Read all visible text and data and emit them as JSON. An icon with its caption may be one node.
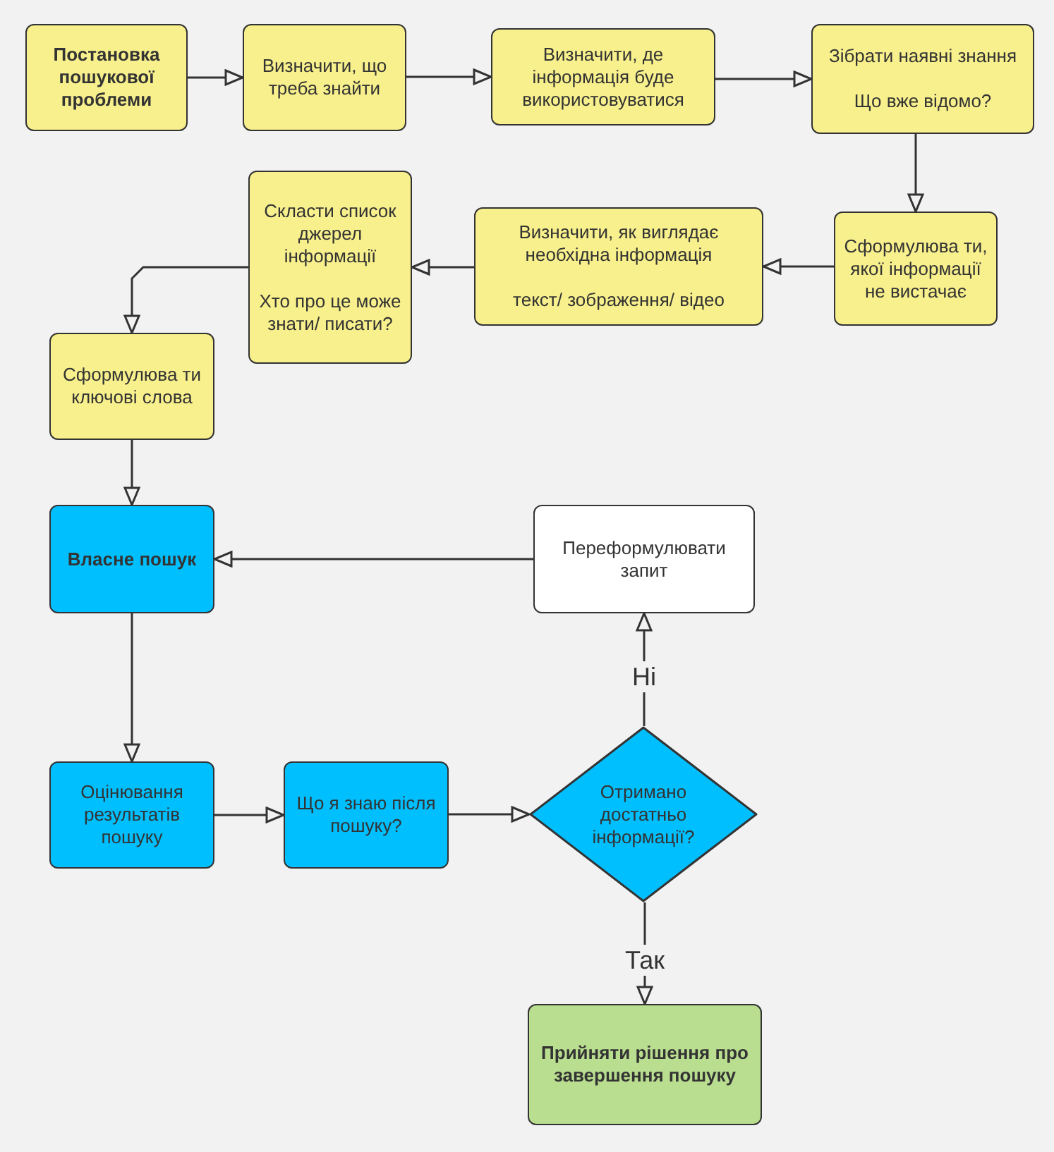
{
  "diagram": {
    "nodes": [
      {
        "text": [
          "Постановка пошукової проблеми"
        ]
      },
      {
        "text": [
          "Визначити, що треба знайти"
        ]
      },
      {
        "text": [
          "Визначити, де інформація буде використовуватися"
        ]
      },
      {
        "text": [
          "Зібрати наявні знання",
          "Що вже відомо?"
        ]
      },
      {
        "text": [
          "Сформулюва ти, якої інформації не вистачає"
        ]
      },
      {
        "text": [
          "Визначити, як виглядає необхідна інформація",
          "текст/ зображення/ відео"
        ]
      },
      {
        "text": [
          "Скласти список джерел інформації",
          "Хто про це може знати/ писати?"
        ]
      },
      {
        "text": [
          "Сформулюва ти ключові слова"
        ]
      },
      {
        "text": [
          "Власне пошук"
        ]
      },
      {
        "text": [
          "Переформулювати запит"
        ]
      },
      {
        "text": [
          "Оцінювання результатів пошуку"
        ]
      },
      {
        "text": [
          "Що я знаю після пошуку?"
        ]
      },
      {
        "text": [
          "Отримано достатньо інформації?"
        ]
      },
      {
        "text": [
          "Прийняти рішення про завершення пошуку"
        ]
      }
    ],
    "edges": [
      {
        "from": 0,
        "to": 1,
        "arrow": "to"
      },
      {
        "from": 1,
        "to": 2,
        "arrow": "to"
      },
      {
        "from": 2,
        "to": 3,
        "arrow": "to"
      },
      {
        "from": 3,
        "to": 4,
        "arrow": "to"
      },
      {
        "from": 4,
        "to": 5,
        "arrow": "to"
      },
      {
        "from": 5,
        "to": 6,
        "arrow": "to"
      },
      {
        "from": 6,
        "to": 7,
        "arrow": "to"
      },
      {
        "from": 7,
        "to": 8,
        "arrow": "to"
      },
      {
        "from": 9,
        "to": 8,
        "arrow": "to"
      },
      {
        "from": 8,
        "to": 10,
        "arrow": "to"
      },
      {
        "from": 10,
        "to": 11,
        "arrow": "to"
      },
      {
        "from": 11,
        "to": 12,
        "arrow": "to"
      },
      {
        "from": 12,
        "to": 9,
        "label": "Ні",
        "arrow": "to"
      },
      {
        "from": 12,
        "to": 13,
        "label": "Так",
        "arrow": "to"
      }
    ]
  }
}
